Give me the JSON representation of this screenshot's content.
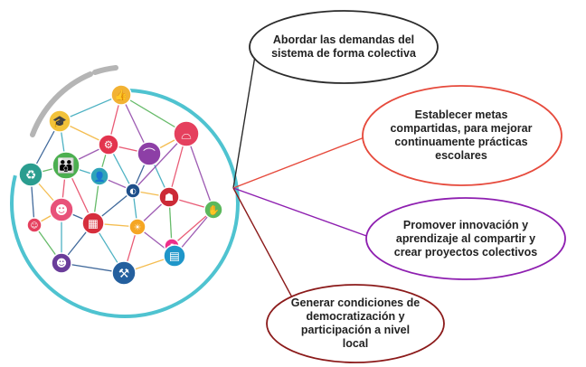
{
  "colors": {
    "ring_outer_gray": "#b5b5b5",
    "ring_teal": "#4fc3d0",
    "hub_lines": "#333333",
    "bubble_1": "#2b2b2b",
    "bubble_2": "#e64a3c",
    "bubble_3": "#8e1fb0",
    "bubble_4": "#8b1a1a"
  },
  "network_nodes": [
    {
      "icon": "thumbs-up-icon",
      "color": "#f2b233"
    },
    {
      "icon": "graduation-icon",
      "color": "#f2c23a"
    },
    {
      "icon": "people-gear-icon",
      "color": "#e3344e"
    },
    {
      "icon": "bridge-icon",
      "color": "#8d3fa6"
    },
    {
      "icon": "tray-icon",
      "color": "#e5405e"
    },
    {
      "icon": "recycle-icon",
      "color": "#2a9d8f"
    },
    {
      "icon": "family-icon",
      "color": "#4caf50"
    },
    {
      "icon": "person-icon",
      "color": "#2fa4b8"
    },
    {
      "icon": "globe-icon",
      "color": "#1e4f8a"
    },
    {
      "icon": "community-icon",
      "color": "#cc2a36"
    },
    {
      "icon": "group-icon",
      "color": "#e8527a"
    },
    {
      "icon": "hand-icon",
      "color": "#5cb85c"
    },
    {
      "icon": "crowd-icon",
      "color": "#e5405e"
    },
    {
      "icon": "factory-icon",
      "color": "#d62e3c"
    },
    {
      "icon": "sun-icon",
      "color": "#f5a623"
    },
    {
      "icon": "chart-icon",
      "color": "#ee2f8a"
    },
    {
      "icon": "document-icon",
      "color": "#1f96c9"
    },
    {
      "icon": "meeting-icon",
      "color": "#6a3d9a"
    },
    {
      "icon": "worker-icon",
      "color": "#245f9e"
    }
  ],
  "bubbles": [
    {
      "text": "Abordar las demandas del sistema de forma colectiva"
    },
    {
      "text": "Establecer metas compartidas, para mejorar continuamente prácticas escolares"
    },
    {
      "text": "Promover innovación y aprendizaje al compartir y crear proyectos colectivos"
    },
    {
      "text": "Generar condiciones de democratización y participación a nivel local"
    }
  ]
}
